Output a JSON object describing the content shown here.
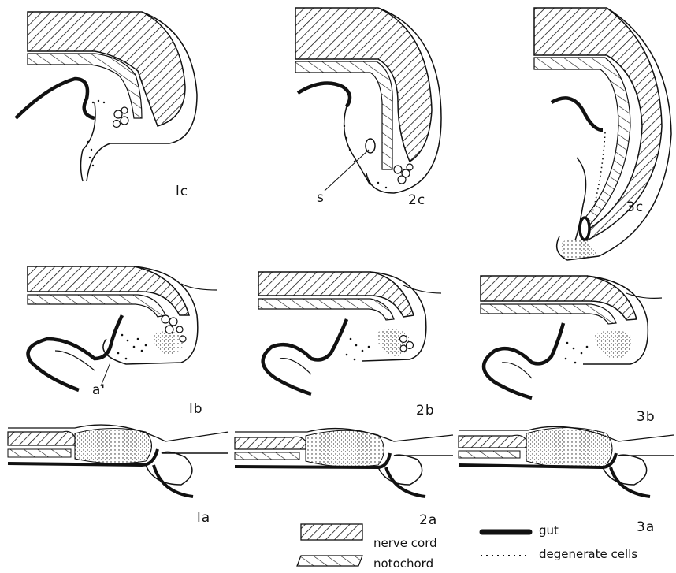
{
  "panels": {
    "p1c": "lc",
    "p2c": "2c",
    "p3c": "3c",
    "p1b": "lb",
    "p2b": "2b",
    "p3b": "3b",
    "p1a": "la",
    "p2a": "2a",
    "p3a": "3a"
  },
  "annotations": {
    "s": "s",
    "a_prime": "a'"
  },
  "legend": {
    "nerve_cord": "nerve cord",
    "notochord": "notochord",
    "gut": "gut",
    "degenerate_cells": "degenerate cells"
  },
  "colors": {
    "ink": "#111111",
    "background": "#ffffff"
  }
}
